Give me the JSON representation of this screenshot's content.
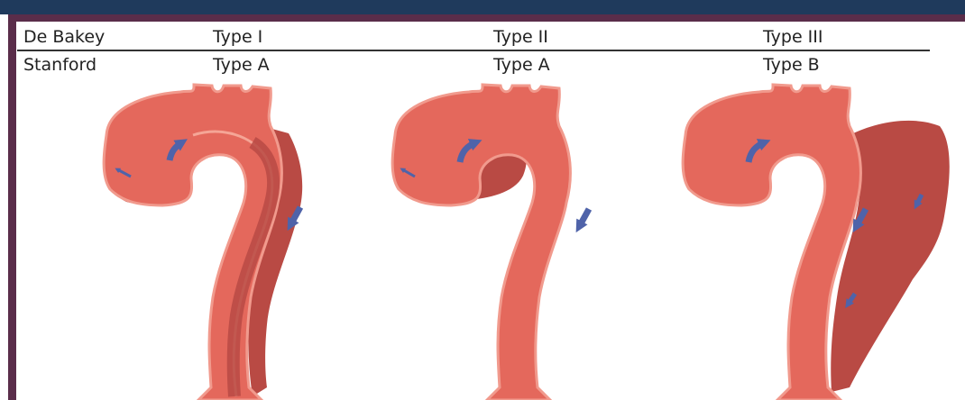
{
  "header": {
    "debakey_label": "De Bakey",
    "stanford_label": "Stanford"
  },
  "columns": [
    {
      "debakey": "Type I",
      "stanford": "Type A"
    },
    {
      "debakey": "Type II",
      "stanford": "Type A"
    },
    {
      "debakey": "Type III",
      "stanford": "Type B"
    }
  ],
  "colors": {
    "aorta": "#e4685c",
    "false_lumen": "#b94a44",
    "outline": "#f19a8d",
    "arrow": "#4f63a9",
    "frame": "#5a2d4a",
    "topbar": "#1f3a5c"
  }
}
